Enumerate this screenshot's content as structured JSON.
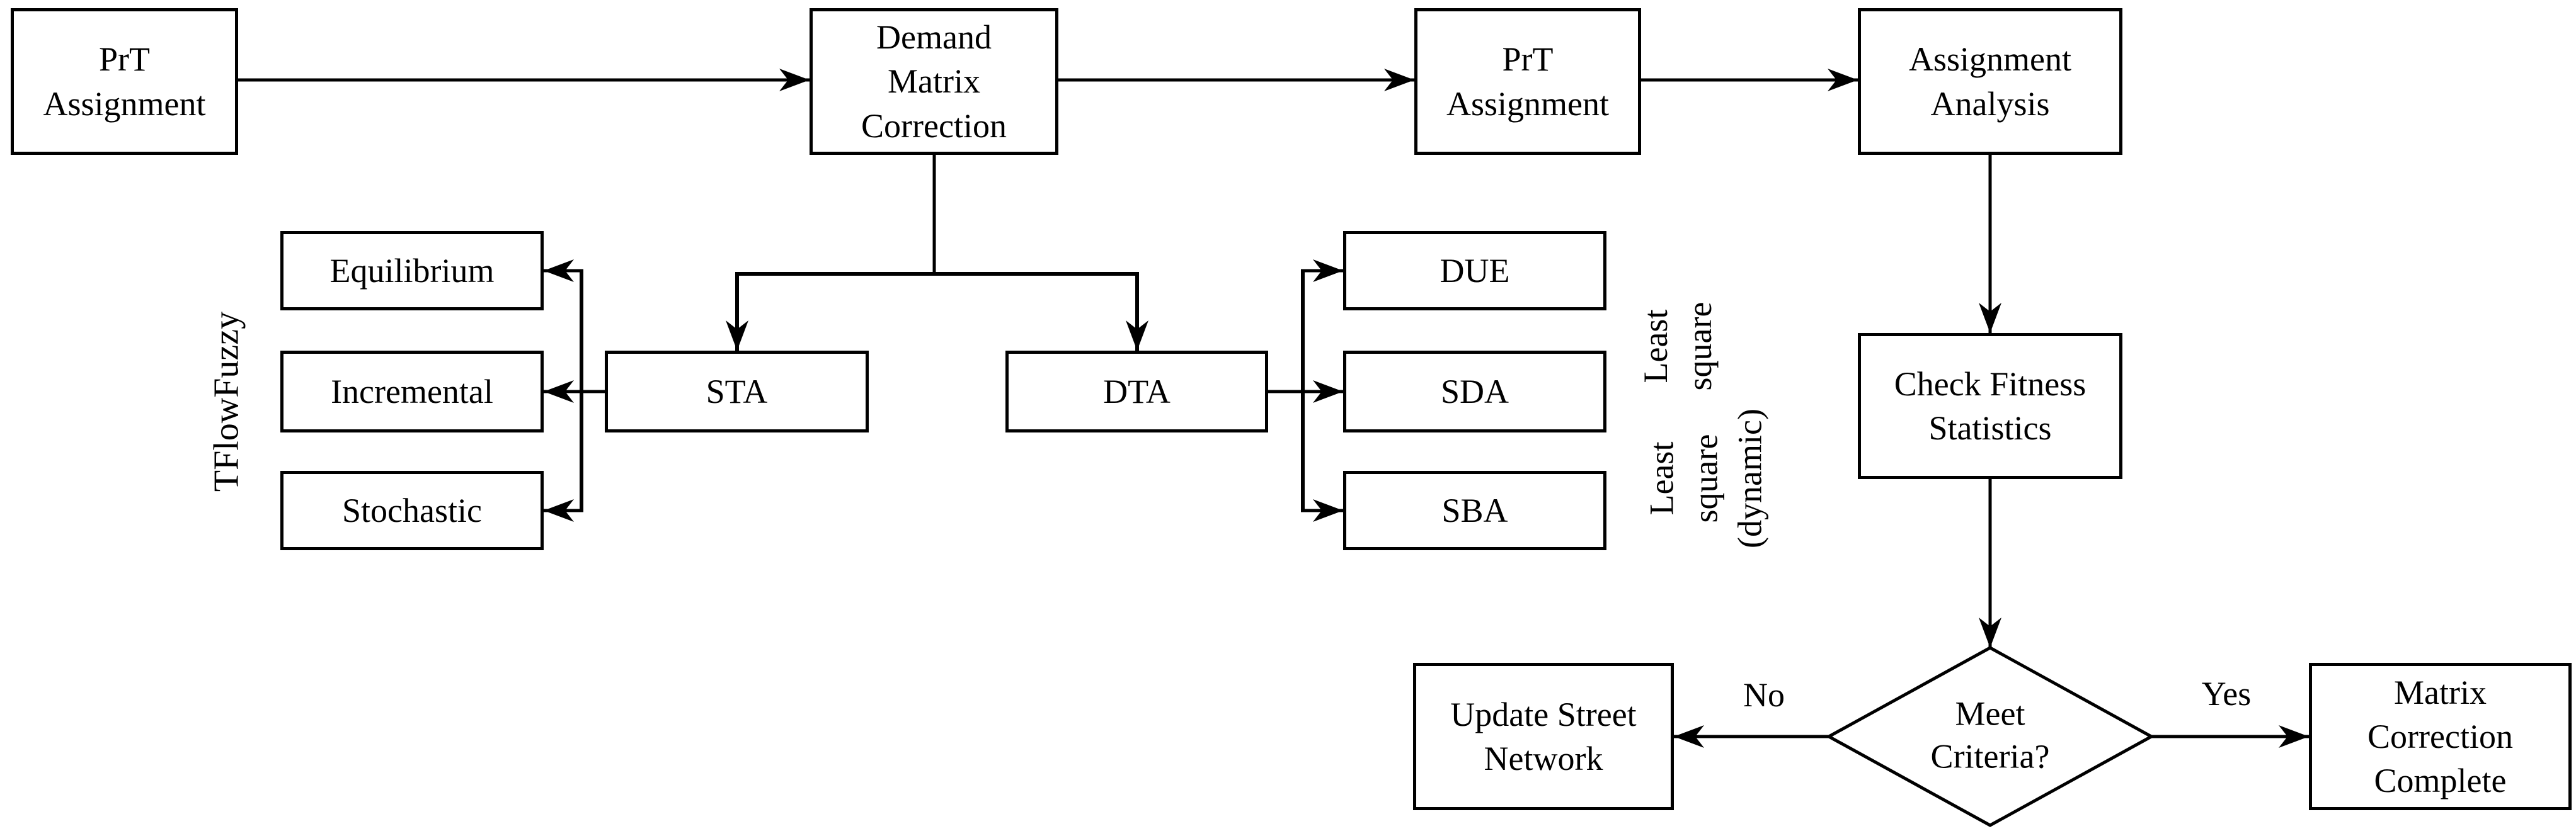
{
  "figure": {
    "description_title": "Demand matrix correction flowchart",
    "colors": {
      "line": "#000000",
      "box_fill": "#ffffff",
      "background": "#ffffff",
      "text": "#000000"
    }
  },
  "nodes": {
    "prt_assignment_1": {
      "label": "PrT\nAssignment"
    },
    "demand_matrix_correction": {
      "label": "Demand\nMatrix\nCorrection"
    },
    "prt_assignment_2": {
      "label": "PrT\nAssignment"
    },
    "assignment_analysis": {
      "label": "Assignment\nAnalysis"
    },
    "equilibrium": {
      "label": "Equilibrium"
    },
    "incremental": {
      "label": "Incremental"
    },
    "stochastic": {
      "label": "Stochastic"
    },
    "sta": {
      "label": "STA"
    },
    "dta": {
      "label": "DTA"
    },
    "due": {
      "label": "DUE"
    },
    "sda": {
      "label": "SDA"
    },
    "sba": {
      "label": "SBA"
    },
    "check_fitness_statistics": {
      "label": "Check Fitness\nStatistics"
    },
    "meet_criteria": {
      "label": "Meet\nCriteria?"
    },
    "update_street_network": {
      "label": "Update Street\nNetwork"
    },
    "matrix_correction_complete": {
      "label": "Matrix\nCorrection\nComplete"
    }
  },
  "annotations": {
    "tflowfuzzy": "TFlowFuzzy",
    "least_square": "Least\nsquare",
    "least_square_dynamic": "Least\nsquare\n(dynamic)",
    "no": "No",
    "yes": "Yes"
  }
}
